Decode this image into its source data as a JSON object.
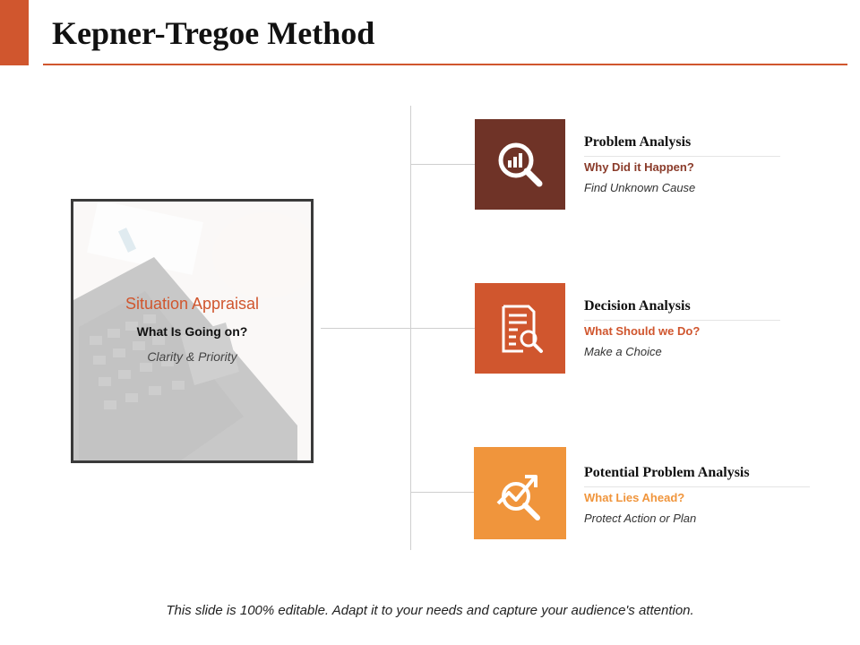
{
  "header": {
    "title": "Kepner-Tregoe Method"
  },
  "colors": {
    "accent": "#d0562e",
    "dark_brown": "#6f3327",
    "orange_red": "#d0562e",
    "light_orange": "#f0953c"
  },
  "situation": {
    "title": "Situation Appraisal",
    "question": "What Is Going on?",
    "note": "Clarity & Priority",
    "image": "laptop-keyboard-photo"
  },
  "items": [
    {
      "icon": "magnifier-bar-chart-icon",
      "title": "Problem Analysis",
      "question": "Why Did it Happen?",
      "note": "Find Unknown Cause",
      "color": "#6f3327",
      "question_color": "#8a3b2a"
    },
    {
      "icon": "document-search-icon",
      "title": "Decision Analysis",
      "question": "What Should we Do?",
      "note": "Make a Choice",
      "color": "#d0562e",
      "question_color": "#d0562e"
    },
    {
      "icon": "trend-search-icon",
      "title": "Potential Problem Analysis",
      "question": "What Lies Ahead?",
      "note": "Protect Action or Plan",
      "color": "#f0953c",
      "question_color": "#f0953c"
    }
  ],
  "footer": {
    "note": "This slide is 100% editable. Adapt it to your needs and capture your audience's attention."
  }
}
